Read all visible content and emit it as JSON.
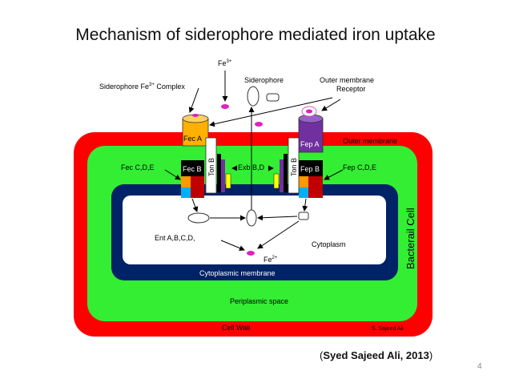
{
  "slide": {
    "title": "Mechanism of siderophore mediated iron uptake",
    "citation_open": "(",
    "citation_name": "Syed Sajeed Ali, 2013",
    "citation_close": ")",
    "page_number": "4"
  },
  "diagram": {
    "fe3_label": "Fe",
    "fe3_sup": "3+",
    "complex_label_a": "Siderophore Fe",
    "complex_label_sup": "3+",
    "complex_label_b": " Complex",
    "siderophore_label": "Siderophore",
    "receptor_label_1": "Outer membrane",
    "receptor_label_2": "Receptor",
    "outer_membrane_label": "Outer membrane",
    "fec_a": "Fec A",
    "fep_a": "Fep A",
    "fec_b": "Fec B",
    "fep_b": "Fep B",
    "ton_b_left": "Ton B",
    "ton_b_right": "Ton B",
    "fec_cde": "Fec C,D,E",
    "fep_cde": "Fep C,D,E",
    "exb": "Exb B,D",
    "bacterial_cell": "Bacterail Cell",
    "ent_label": "Ent A,B,C,D,",
    "cytoplasm_label": "Cytoplasm",
    "fe2_label": "Fe",
    "fe2_sup": "2+",
    "cytoplasmic_membrane": "Cytoplasmic membrane",
    "periplasmic_space": "Periplasmic space",
    "cell_wall": "Cell Wall",
    "signature": "S. Sajeed Ali"
  },
  "colors": {
    "cell_wall": "#ff0000",
    "periplasm": "#33ee33",
    "cytoplasmic_membrane": "#002266",
    "cytoplasm": "#ffffff",
    "fec_a": "#ffb000",
    "fep_a": "#7030a0",
    "iron_dot": "#e020c0",
    "transporter_red": "#c00000",
    "transporter_blue": "#00b0f0",
    "transporter_orange": "#ff9900",
    "ton_b_yellow": "#ffff00"
  }
}
